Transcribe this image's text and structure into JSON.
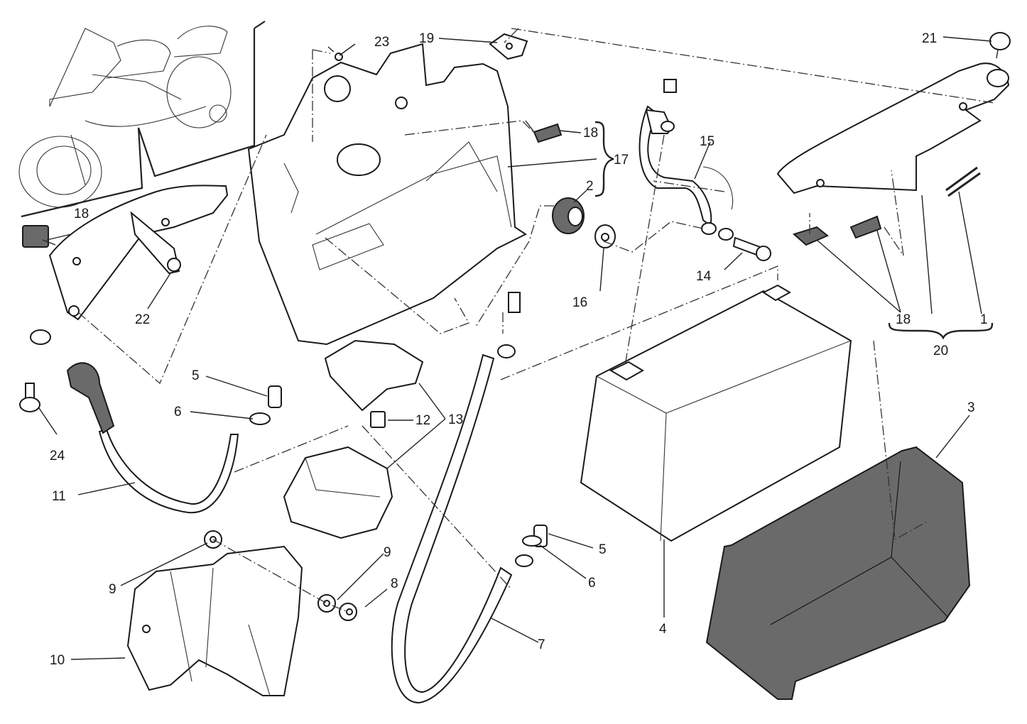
{
  "diagram": {
    "type": "exploded-parts-diagram",
    "subject": "Battery holder / battery assembly",
    "callouts": [
      {
        "id": "c1",
        "label": "1"
      },
      {
        "id": "c2",
        "label": "2"
      },
      {
        "id": "c3",
        "label": "3"
      },
      {
        "id": "c4",
        "label": "4"
      },
      {
        "id": "c5a",
        "label": "5"
      },
      {
        "id": "c5b",
        "label": "5"
      },
      {
        "id": "c6a",
        "label": "6"
      },
      {
        "id": "c6b",
        "label": "6"
      },
      {
        "id": "c7",
        "label": "7"
      },
      {
        "id": "c8",
        "label": "8"
      },
      {
        "id": "c9a",
        "label": "9"
      },
      {
        "id": "c9b",
        "label": "9"
      },
      {
        "id": "c10",
        "label": "10"
      },
      {
        "id": "c11",
        "label": "11"
      },
      {
        "id": "c12",
        "label": "12"
      },
      {
        "id": "c13",
        "label": "13"
      },
      {
        "id": "c14",
        "label": "14"
      },
      {
        "id": "c15",
        "label": "15"
      },
      {
        "id": "c16",
        "label": "16"
      },
      {
        "id": "c17",
        "label": "17"
      },
      {
        "id": "c18a",
        "label": "18"
      },
      {
        "id": "c18b",
        "label": "18"
      },
      {
        "id": "c18c",
        "label": "18"
      },
      {
        "id": "c19",
        "label": "19"
      },
      {
        "id": "c20",
        "label": "20"
      },
      {
        "id": "c21",
        "label": "21"
      },
      {
        "id": "c22",
        "label": "22"
      },
      {
        "id": "c23",
        "label": "23"
      },
      {
        "id": "c24",
        "label": "24"
      }
    ],
    "groups": [
      {
        "label": "17",
        "members": [
          "18",
          "2"
        ]
      },
      {
        "label": "20",
        "members": [
          "18",
          "1"
        ]
      }
    ],
    "colors": {
      "line": "#1a1a1a",
      "dark_part": "#6a6a6a",
      "background": "#ffffff"
    }
  }
}
